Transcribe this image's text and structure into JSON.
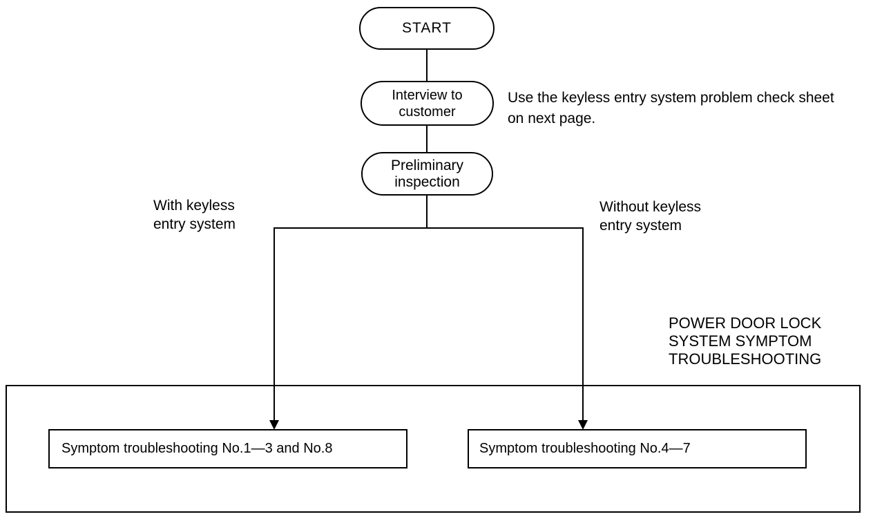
{
  "flowchart": {
    "nodes": {
      "start": "START",
      "interview": "Interview to customer",
      "preliminary": "Preliminary inspection"
    },
    "annotations": {
      "check_sheet_note": "Use the keyless entry system problem check sheet on next page.",
      "left_branch_label": "With keyless entry system",
      "right_branch_label": "Without keyless entry system",
      "section_title": "POWER DOOR LOCK SYSTEM SYMPTOM TROUBLESHOOTING"
    },
    "results": {
      "with_keyless": "Symptom troubleshooting No.1—3 and No.8",
      "without_keyless": "Symptom troubleshooting No.4—7"
    },
    "colors": {
      "line": "#000000",
      "background": "#ffffff"
    }
  }
}
